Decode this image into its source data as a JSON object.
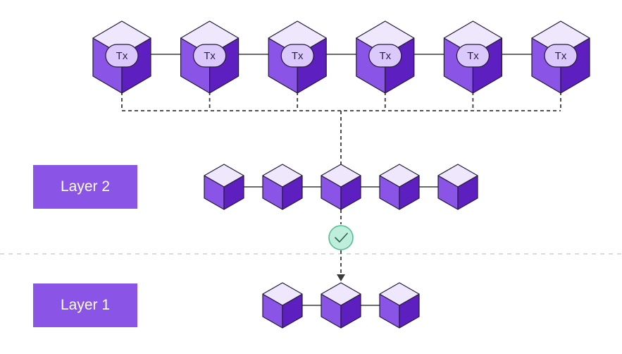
{
  "labels": {
    "layer2": "Layer 2",
    "layer1": "Layer 1",
    "tx": "Tx"
  },
  "colors": {
    "block_top": "#efe8fd",
    "block_left": "#8a55e6",
    "block_right": "#5e1fc1",
    "block_stroke": "#241a3a",
    "pill": "#dac9fa",
    "layer_box": "#8a55e6",
    "connector": "#3a3a3a",
    "check_fill": "#bfeedd",
    "check_stroke": "#4fb894",
    "separator": "#c8c8c8"
  },
  "icons": {
    "check": "check-icon",
    "arrow": "arrow-down-icon"
  },
  "rows": {
    "transactions": {
      "block_count": 6,
      "label": "Tx"
    },
    "layer2": {
      "block_count": 5
    },
    "layer1": {
      "block_count": 3
    }
  }
}
